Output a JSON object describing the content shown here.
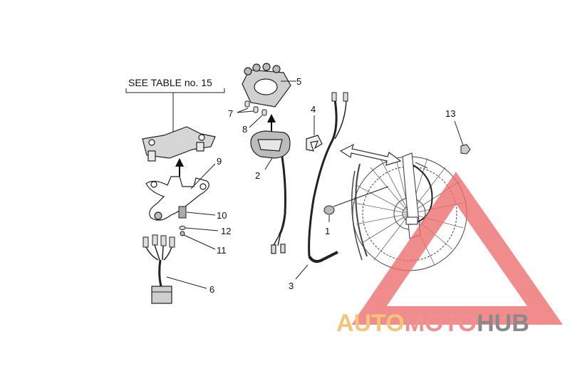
{
  "header_note": "SEE TABLE no. 15",
  "callouts": {
    "c1": "1",
    "c2": "2",
    "c3": "3",
    "c4": "4",
    "c5": "5",
    "c6": "6",
    "c7": "7",
    "c8": "8",
    "c9": "9",
    "c10": "10",
    "c11": "11",
    "c12": "12",
    "c13": "13"
  },
  "watermark": {
    "part1": "AUTO",
    "part2": "MOTO",
    "part3": "HUB",
    "color_auto": "#f4c47a",
    "color_moto": "#ef8f8f",
    "color_hub": "#8a8a8a",
    "triangle_color": "#ee6f6f"
  }
}
